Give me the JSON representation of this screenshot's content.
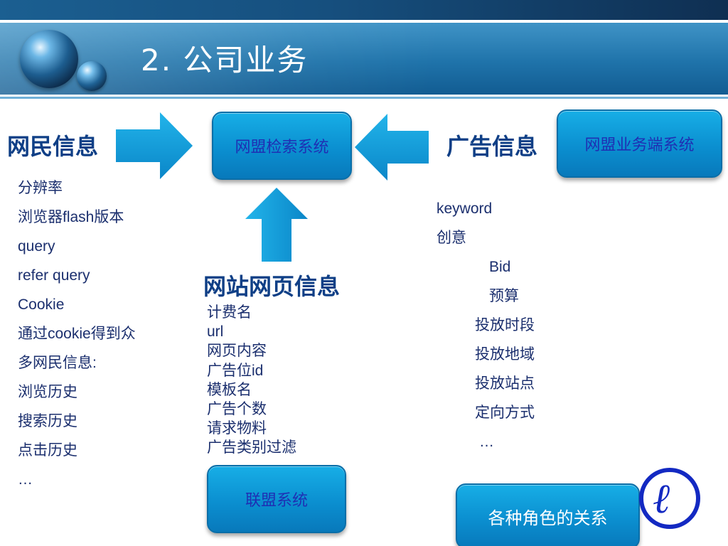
{
  "header": {
    "title": "2.  公司业务"
  },
  "boxes": {
    "search_system": "网盟检索系统",
    "business_system": "网盟业务端系统",
    "alliance_system": "联盟系统",
    "roles_relation": "各种角色的关系"
  },
  "headings": {
    "netizen_info": "网民信息",
    "ad_info": "广告信息",
    "website_info": "网站网页信息"
  },
  "netizen_items": [
    "分辨率",
    "浏览器flash版本",
    "query",
    "refer query",
    "Cookie",
    "通过cookie得到众",
    "多网民信息:",
    "浏览历史",
    "搜索历史",
    "点击历史",
    "…"
  ],
  "website_items": [
    "计费名",
    "url",
    "网页内容",
    "广告位id",
    "模板名",
    "广告个数",
    "请求物料",
    "广告类别过滤"
  ],
  "ad_items": [
    "keyword",
    "创意",
    "Bid",
    "预算",
    "投放时段",
    "投放地域",
    "投放站点",
    "定向方式",
    "…"
  ],
  "colors": {
    "header_blue": "#1f73aa",
    "box_blue": "#0b8fd0",
    "heading_navy": "#0f3f86",
    "box_text": "#1f2fb3"
  },
  "icons": {
    "logo": "cursive-e-logo-icon",
    "spheres": "decorative-spheres-icon"
  }
}
